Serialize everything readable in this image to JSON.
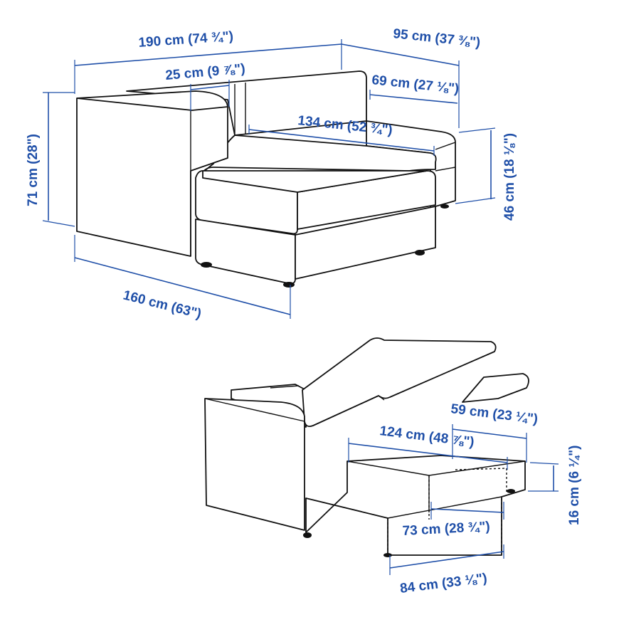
{
  "colors": {
    "dimension": "#1f4fa8",
    "outline": "#111111",
    "background": "#ffffff"
  },
  "top_view": {
    "total_width": "190 cm (74 ¾\")",
    "chaise_depth": "95 cm (37 ⅜\")",
    "armrest_width": "25 cm (9 ⅞\")",
    "seat_depth": "69 cm (27 ⅛\")",
    "seat_width": "134 cm (52 ¾\")",
    "height": "71 cm (28\")",
    "seat_height": "46 cm (18 ⅛\")",
    "depth": "160 cm (63\")"
  },
  "storage_view": {
    "storage_width": "124 cm (48 ⅞\")",
    "storage_depth": "59 cm (23 ¼\")",
    "storage_height": "16 cm (6 ¼\")",
    "compartment_width": "73 cm (28 ¾\")",
    "front_width": "84 cm (33 ⅛\")"
  }
}
